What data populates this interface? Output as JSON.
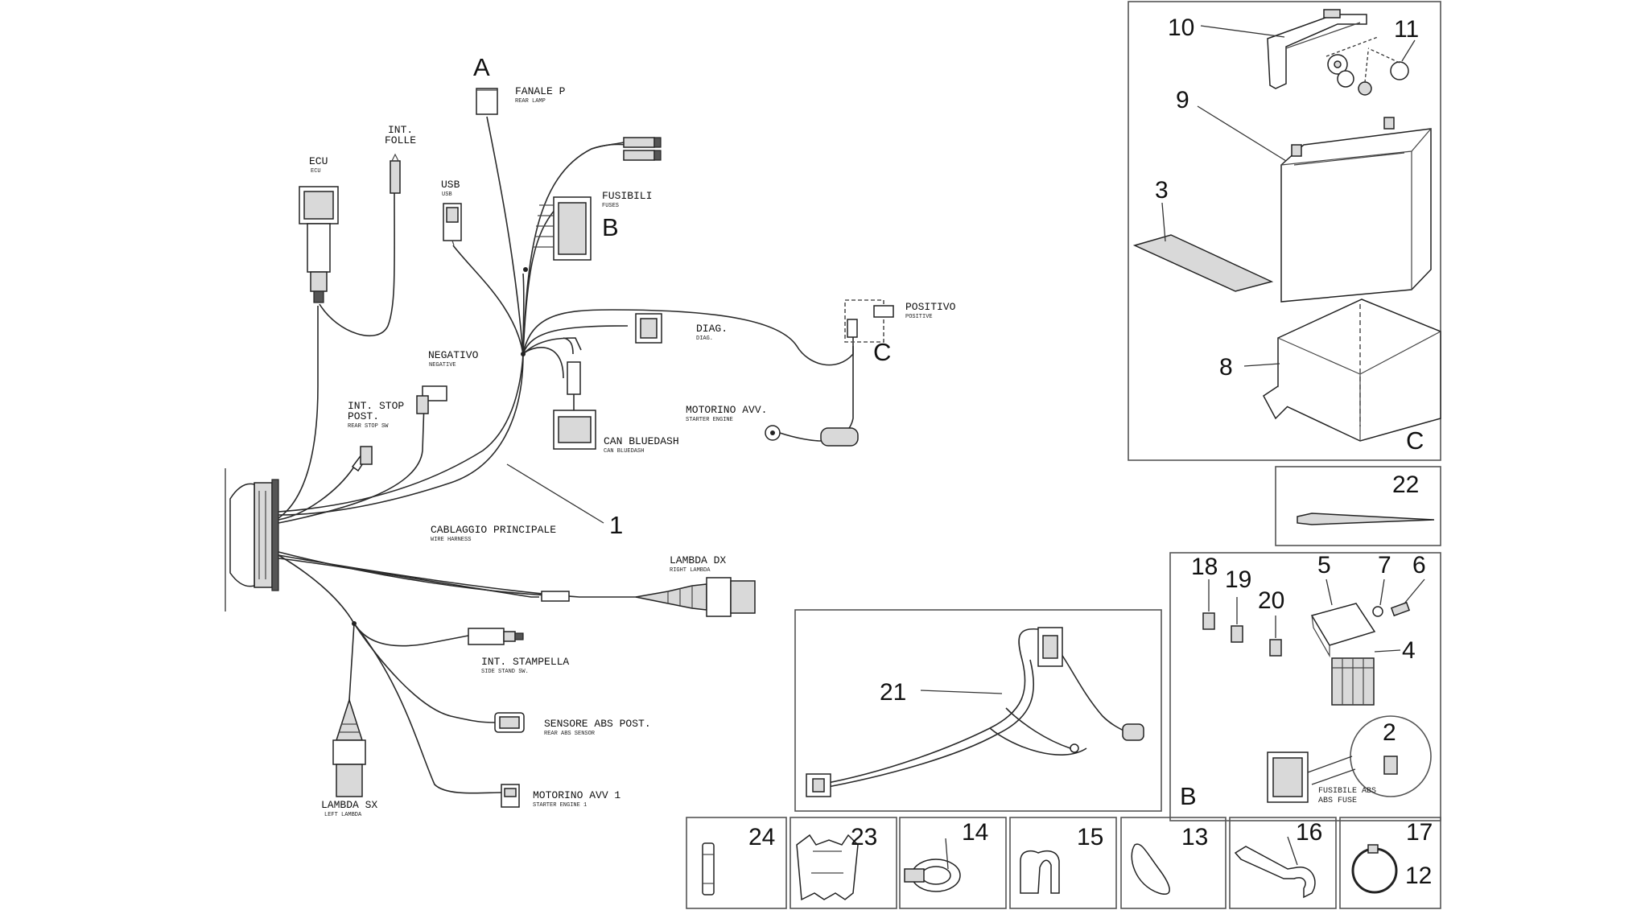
{
  "harness": {
    "letters": {
      "a": "A",
      "b": "B",
      "c": "C"
    },
    "callout_1": "1",
    "labels": {
      "fanale": {
        "main": "FANALE P",
        "sub": "REAR LAMP"
      },
      "int_folle": {
        "main1": "INT.",
        "main2": "FOLLE"
      },
      "ecu": {
        "main": "ECU",
        "sub": "ECU"
      },
      "usb": {
        "main": "USB",
        "sub": "USB"
      },
      "fusibili": {
        "main": "FUSIBILI",
        "sub": "FUSES"
      },
      "positivo": {
        "main": "POSITIVO",
        "sub": "POSITIVE"
      },
      "diag": {
        "main": "DIAG.",
        "sub": "DIAG."
      },
      "negativo": {
        "main": "NEGATIVO",
        "sub": "NEGATIVE"
      },
      "int_stop": {
        "main1": "INT. STOP",
        "main2": "POST.",
        "sub": "REAR STOP SW"
      },
      "motorino_avv": {
        "main": "MOTORINO AVV.",
        "sub": "STARTER ENGINE"
      },
      "can_bluedash": {
        "main": "CAN BLUEDASH",
        "sub": "CAN BLUEDASH"
      },
      "cablaggio": {
        "main": "CABLAGGIO PRINCIPALE",
        "sub": "WIRE HARNESS"
      },
      "lambda_dx": {
        "main": "LAMBDA DX",
        "sub": "RIGHT LAMBDA"
      },
      "int_stampella": {
        "main": "INT. STAMPELLA",
        "sub": "SIDE STAND SW."
      },
      "sensore_abs": {
        "main": "SENSORE ABS POST.",
        "sub": "REAR ABS SENSOR"
      },
      "motorino_avv1": {
        "main": "MOTORINO AVV 1",
        "sub": "STARTER ENGINE 1"
      },
      "lambda_sx": {
        "main": "LAMBDA SX",
        "sub": "LEFT LAMBDA"
      }
    }
  },
  "battery_panel": {
    "corner_letter": "C",
    "callouts": [
      "10",
      "11",
      "9",
      "3",
      "8"
    ]
  },
  "tie_panel": {
    "callout": "22"
  },
  "fuse_panel": {
    "corner_letter": "B",
    "callouts": [
      "18",
      "19",
      "20",
      "5",
      "7",
      "6",
      "4",
      "2"
    ],
    "abs_label": {
      "line1": "FUSIBILE ABS",
      "line2": "ABS FUSE"
    }
  },
  "subharness_panel": {
    "callout": "21"
  },
  "small_parts": [
    "24",
    "23",
    "14",
    "15",
    "13",
    "16",
    "17",
    "12"
  ]
}
